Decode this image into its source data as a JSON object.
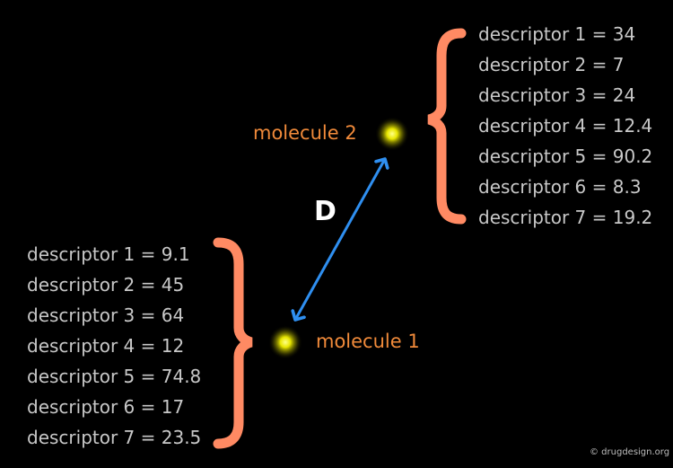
{
  "molecule_1": {
    "label": "molecule 1",
    "descriptors": [
      "descriptor 1 = 9.1",
      "descriptor 2 = 45",
      "descriptor 3 = 64",
      "descriptor 4 = 12",
      "descriptor 5 = 74.8",
      "descriptor 6 = 17",
      "descriptor 7 = 23.5"
    ]
  },
  "molecule_2": {
    "label": "molecule 2",
    "descriptors": [
      "descriptor 1 = 34",
      "descriptor 2 = 7",
      "descriptor 3 = 24",
      "descriptor 4 = 12.4",
      "descriptor 5 = 90.2",
      "descriptor 6 = 8.3",
      "descriptor 7 = 19.2"
    ]
  },
  "distance_label": "D",
  "copyright": "© drugdesign.org",
  "colors": {
    "background": "#000000",
    "descriptor_text": "#c8c8c8",
    "molecule_label": "#f08a3a",
    "brace": "#ff8a63",
    "arrow": "#2f8ff0",
    "molecule_glow": "#ffff66",
    "distance_label": "#ffffff"
  }
}
